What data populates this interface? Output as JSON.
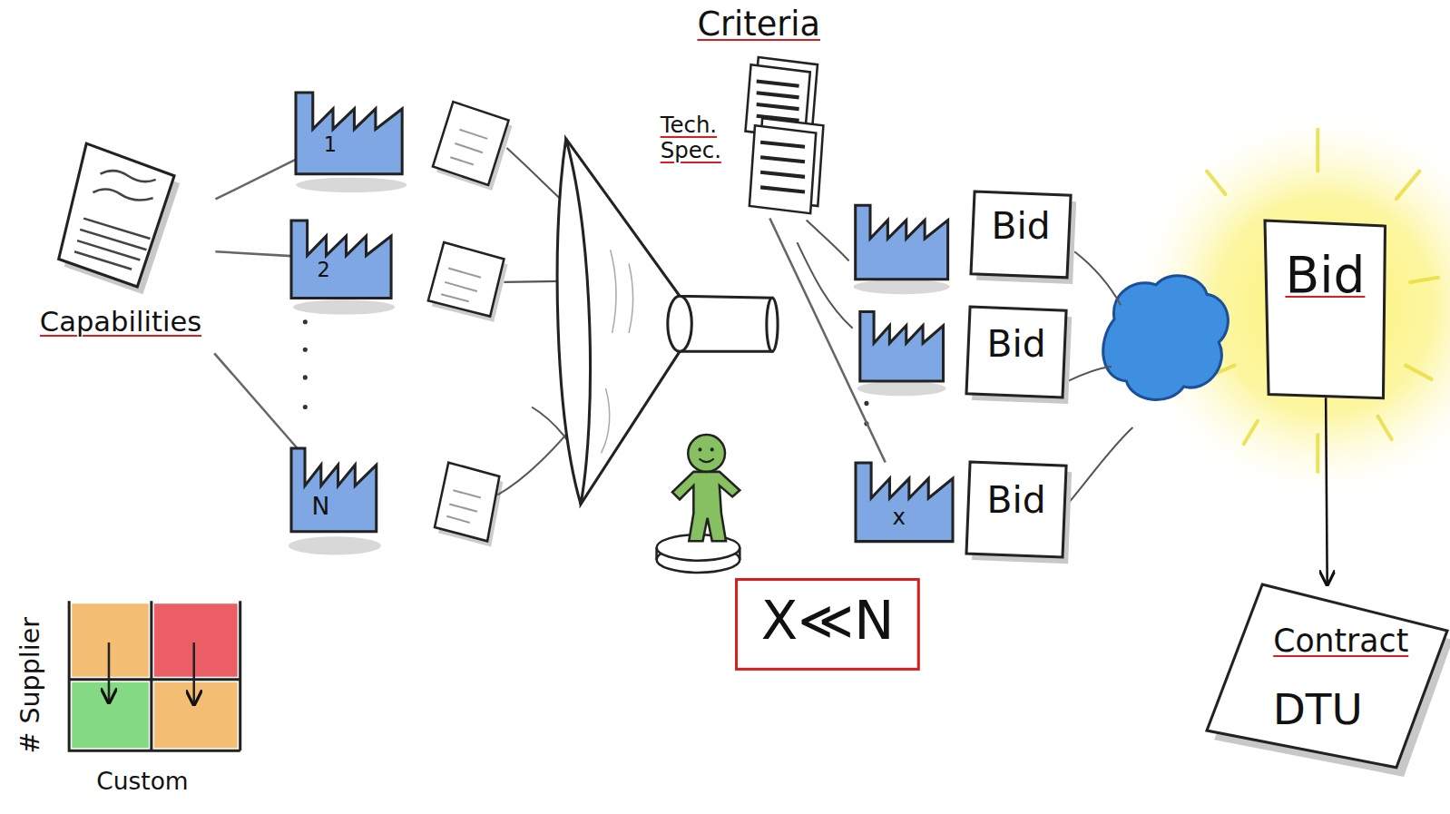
{
  "diagram": {
    "nodes": [
      {
        "text": [
          "Capabilities"
        ]
      },
      {
        "text": [
          "1"
        ]
      },
      {
        "text": [
          "2"
        ]
      },
      {
        "text": [
          "N"
        ]
      },
      {
        "text": [
          "Criteria"
        ]
      },
      {
        "text": [
          "Tech. Spec."
        ]
      },
      {
        "text": [
          "Bid"
        ]
      },
      {
        "text": [
          "Bid"
        ]
      },
      {
        "text": [
          "x"
        ]
      },
      {
        "text": [
          "Bid"
        ]
      },
      {
        "text": [
          "X≪N"
        ]
      },
      {
        "text": [
          "Bid"
        ]
      },
      {
        "text": [
          "Contract",
          "DTU"
        ]
      },
      {
        "text": [
          "# Supplier",
          "Custom"
        ]
      }
    ],
    "edges": [
      {
        "from": 0,
        "to": 1,
        "arrow": "none"
      },
      {
        "from": 0,
        "to": 2,
        "arrow": "none"
      },
      {
        "from": 0,
        "to": 3,
        "arrow": "none"
      },
      {
        "from": 5,
        "to": 8,
        "arrow": "none"
      },
      {
        "from": 11,
        "to": 12,
        "arrow": "to"
      }
    ]
  }
}
